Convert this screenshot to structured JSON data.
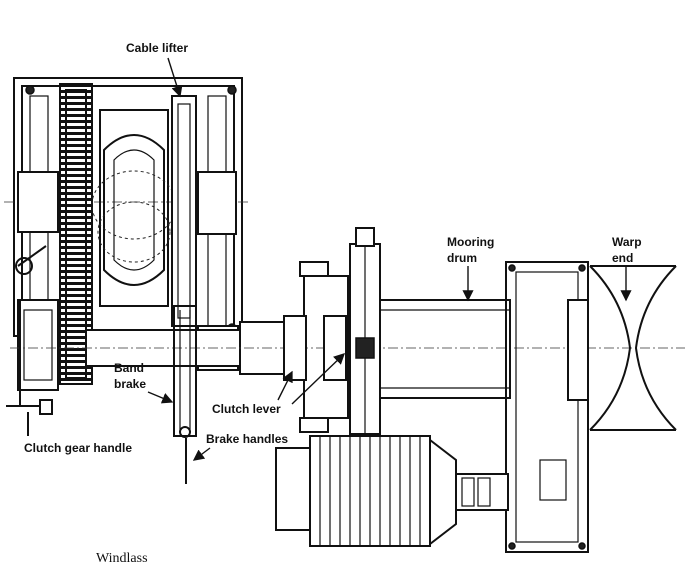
{
  "labels": {
    "cable_lifter": "Cable lifter",
    "mooring_drum_line1": "Mooring",
    "mooring_drum_line2": "drum",
    "warp_end_line1": "Warp",
    "warp_end_line2": "end",
    "band_brake_line1": "Band",
    "band_brake_line2": "brake",
    "clutch_lever": "Clutch lever",
    "clutch_gear_handle": "Clutch gear handle",
    "brake_handles": "Brake handles"
  },
  "caption": "Windlass"
}
